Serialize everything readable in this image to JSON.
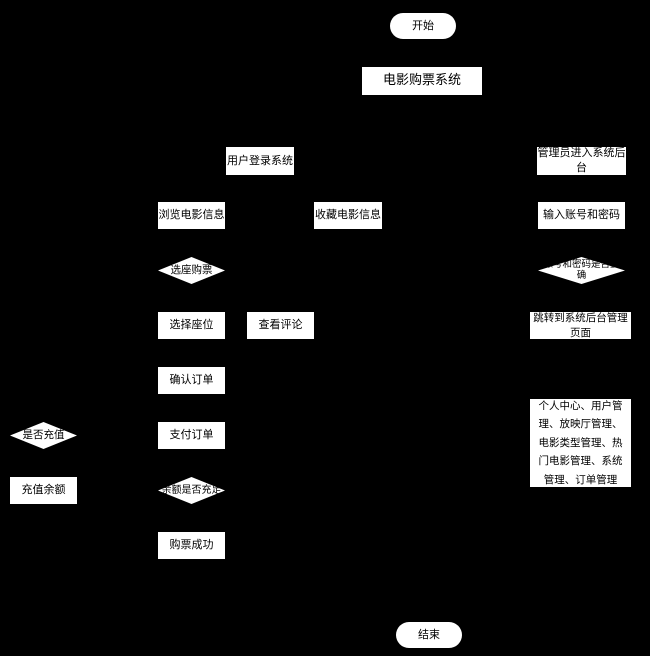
{
  "flowchart": {
    "start": "开始",
    "system": "电影购票系统",
    "user_login": "用户登录系统",
    "admin_enter": "管理员进入系统后台",
    "browse_movies": "浏览电影信息",
    "collect_movies": "收藏电影信息",
    "input_account": "输入账号和密码",
    "select_ticket": "选座购票",
    "check_password": "账号和密码是否正确",
    "choose_seat": "选择座位",
    "view_comments": "查看评论",
    "jump_admin": "跳转到系统后台管理页面",
    "confirm_order": "确认订单",
    "pay_order": "支付订单",
    "recharge_q": "是否充值",
    "recharge_balance": "充值余额",
    "balance_q": "余额是否充足",
    "purchase_success": "购票成功",
    "admin_modules": "个人中心、用户管理、放映厅管理、电影类型管理、热门电影管理、系统管理、订单管理",
    "end": "结束"
  },
  "colors": {
    "background": "#000000",
    "node_fill": "#ffffff",
    "text": "#000000"
  }
}
